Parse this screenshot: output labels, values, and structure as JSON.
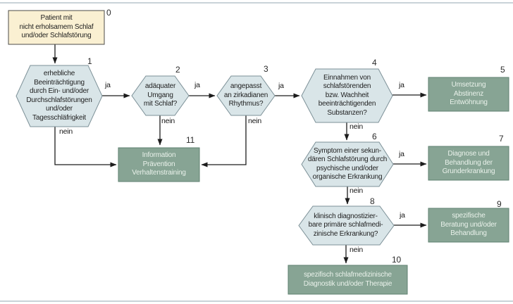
{
  "figure": {
    "nodes": {
      "n0": {
        "number": "0",
        "type": "start",
        "text": "Patient mit\nnicht erholsamem Schlaf\nund/oder Schlafstörung"
      },
      "n1": {
        "number": "1",
        "type": "decision",
        "text": "erhebliche\nBeeinträchtigung\ndurch Ein- und/oder\nDurchschlafstörungen\nund/oder\nTagesschläfrigkeit"
      },
      "n2": {
        "number": "2",
        "type": "decision",
        "text": "adäquater\nUmgang\nmit Schlaf?"
      },
      "n3": {
        "number": "3",
        "type": "decision",
        "text": "angepasst\nan zirkadianen\nRhythmus?"
      },
      "n4": {
        "number": "4",
        "type": "decision",
        "text": "Einnahmen von\nschlafstörenden\nbzw. Wachheit\nbeeinträchtigenden\nSubstanzen?"
      },
      "n5": {
        "number": "5",
        "type": "action",
        "text": "Umsetzung\nAbstinenz\nEntwöhnung"
      },
      "n6": {
        "number": "6",
        "type": "decision",
        "text": "Symptom einer sekun-\ndären Schlafstörung durch\npsychische und/oder\norganische Erkrankung"
      },
      "n7": {
        "number": "7",
        "type": "action",
        "text": "Diagnose und\nBehandlung der\nGrunderkrankung"
      },
      "n8": {
        "number": "8",
        "type": "decision",
        "text": "klinisch diagnostizier-\nbare primäre schlafmedi-\nzinische Erkrankung?"
      },
      "n9": {
        "number": "9",
        "type": "action",
        "text": "spezifische\nBeratung und/oder\nBehandlung"
      },
      "n10": {
        "number": "10",
        "type": "action",
        "text": "spezifisch schlafmedizinische\nDiagnostik und/oder Therapie"
      },
      "n11": {
        "number": "11",
        "type": "action",
        "text": "Information\nPrävention\nVerhaltenstraining"
      }
    },
    "edge_labels": {
      "ja_1_2": "ja",
      "ja_2_3": "ja",
      "ja_3_4": "ja",
      "ja_4_5": "ja",
      "ja_6_7": "ja",
      "ja_8_9": "ja",
      "nein_1_11": "nein",
      "nein_2_11": "nein",
      "nein_3_11": "nein",
      "nein_4_6": "nein",
      "nein_6_8": "nein",
      "nein_8_10": "nein"
    },
    "colors": {
      "decision_fill": "#d9e5e8",
      "decision_border": "#7c9097",
      "start_fill": "#faf0d2",
      "start_border": "#4c4c4a",
      "action_fill": "#87a494",
      "action_border": "#5f8170",
      "action_text": "#e9f1ea",
      "line": "#1c1c1c",
      "frame": "#c9d3d8"
    }
  }
}
